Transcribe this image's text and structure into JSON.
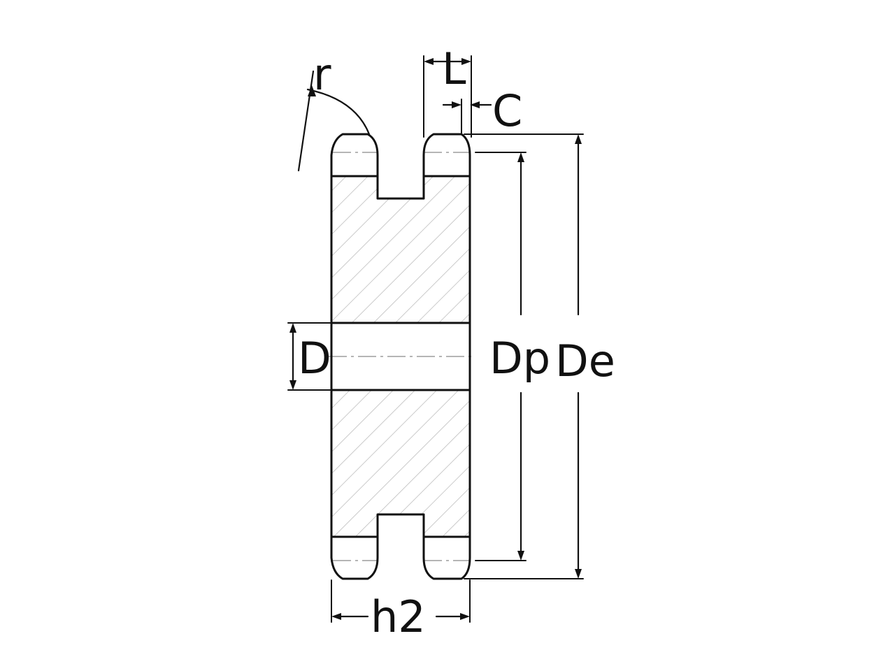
{
  "labels": {
    "r": "r",
    "L": "L",
    "C": "C",
    "D": "D",
    "Dp": "Dp",
    "De": "De",
    "h2": "h2"
  },
  "colors": {
    "line": "#111111",
    "hatch": "#bdbdbd",
    "center_line": "#b5b5b5",
    "background": "#ffffff"
  }
}
